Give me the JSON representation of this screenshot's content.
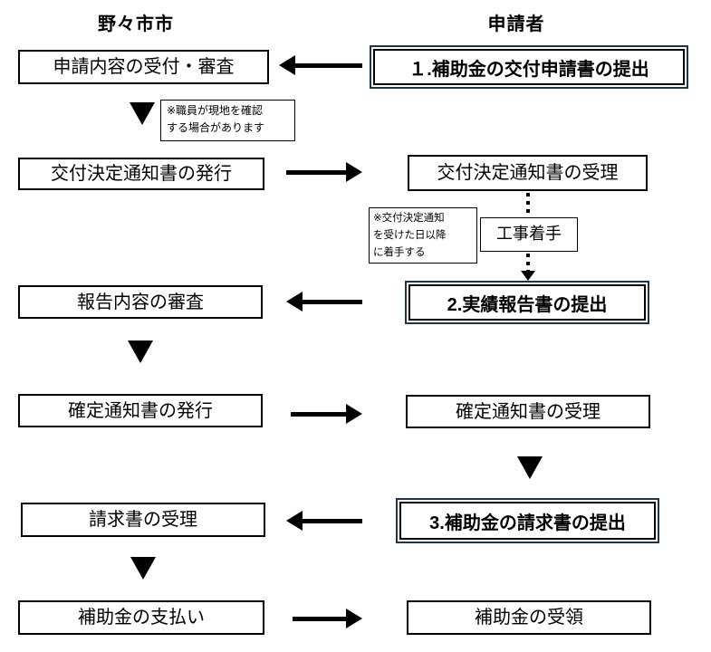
{
  "diagram": {
    "type": "flowchart",
    "columns": {
      "left": {
        "header": "野々市市"
      },
      "right": {
        "header": "申請者"
      }
    },
    "left_steps": [
      {
        "label": "申請内容の受付・審査"
      },
      {
        "label": "交付決定通知書の発行"
      },
      {
        "label": "報告内容の審査"
      },
      {
        "label": "確定通知書の発行"
      },
      {
        "label": "請求書の受理"
      },
      {
        "label": "補助金の支払い"
      }
    ],
    "right_steps": [
      {
        "label": "１.補助金の交付申請書の提出",
        "highlighted": true
      },
      {
        "label": "交付決定通知書の受理",
        "highlighted": false
      },
      {
        "label": "工事着手",
        "highlighted": false
      },
      {
        "label": "2.実績報告書の提出",
        "highlighted": true
      },
      {
        "label": "確定通知書の受理",
        "highlighted": false
      },
      {
        "label": "3.補助金の請求書の提出",
        "highlighted": true
      },
      {
        "label": "補助金の受領",
        "highlighted": false
      }
    ],
    "notes": [
      {
        "text": "※職員が現地を確認\nする場合があります"
      },
      {
        "text": "※交付決定通知\nを受けた日以降\nに着手する"
      }
    ],
    "arrows": [
      {
        "from": "１.補助金の交付申請書の提出",
        "to": "申請内容の受付・審査",
        "direction": "right-to-left",
        "style": "solid"
      },
      {
        "from": "申請内容の受付・審査",
        "to": "交付決定通知書の発行",
        "direction": "down",
        "style": "triangle"
      },
      {
        "from": "交付決定通知書の発行",
        "to": "交付決定通知書の受理",
        "direction": "left-to-right",
        "style": "solid"
      },
      {
        "from": "交付決定通知書の受理",
        "to": "2.実績報告書の提出",
        "via": "工事着手",
        "direction": "down",
        "style": "dotted"
      },
      {
        "from": "2.実績報告書の提出",
        "to": "報告内容の審査",
        "direction": "right-to-left",
        "style": "solid"
      },
      {
        "from": "報告内容の審査",
        "to": "確定通知書の発行",
        "direction": "down",
        "style": "triangle"
      },
      {
        "from": "確定通知書の発行",
        "to": "確定通知書の受理",
        "direction": "left-to-right",
        "style": "solid"
      },
      {
        "from": "確定通知書の受理",
        "to": "3.補助金の請求書の提出",
        "direction": "down",
        "style": "triangle"
      },
      {
        "from": "3.補助金の請求書の提出",
        "to": "請求書の受理",
        "direction": "right-to-left",
        "style": "solid"
      },
      {
        "from": "請求書の受理",
        "to": "補助金の支払い",
        "direction": "down",
        "style": "triangle"
      },
      {
        "from": "補助金の支払い",
        "to": "補助金の受領",
        "direction": "left-to-right",
        "style": "solid"
      }
    ],
    "colors": {
      "line": "#000000",
      "text": "#000000",
      "highlight_border": "#1e3448",
      "background": "#ffffff"
    }
  }
}
